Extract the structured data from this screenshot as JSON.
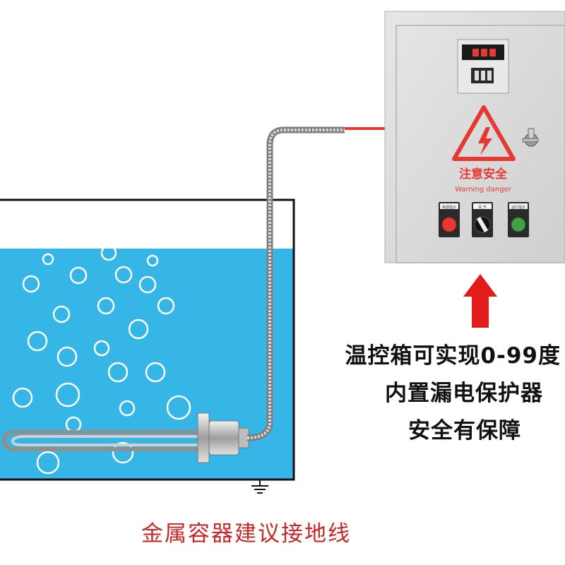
{
  "panel": {
    "warning_title": "注意安全",
    "warning_subtitle": "Warning danger",
    "buttons": [
      {
        "label": "电源指示",
        "color": "#e53935",
        "kind": "indicator-red"
      },
      {
        "label": "关 开",
        "color": "#222222",
        "kind": "selector-switch"
      },
      {
        "label": "运行指示",
        "color": "#43a047",
        "kind": "indicator-green"
      }
    ],
    "display_color": "#e53935"
  },
  "captions": {
    "line1": "温控箱可实现0-99度",
    "line2": "内置漏电保护器",
    "line3": "安全有保障"
  },
  "bottom_caption": "金属容器建议接地线",
  "colors": {
    "water": "#35b6e6",
    "arrow": "#e21b1b",
    "cable_red": "#e53935",
    "panel": "#d6d6d6",
    "bottom_text": "#c62828"
  },
  "icons": [
    "lightning-warning-icon",
    "key-lock-icon",
    "ground-symbol-icon",
    "up-arrow-icon"
  ]
}
